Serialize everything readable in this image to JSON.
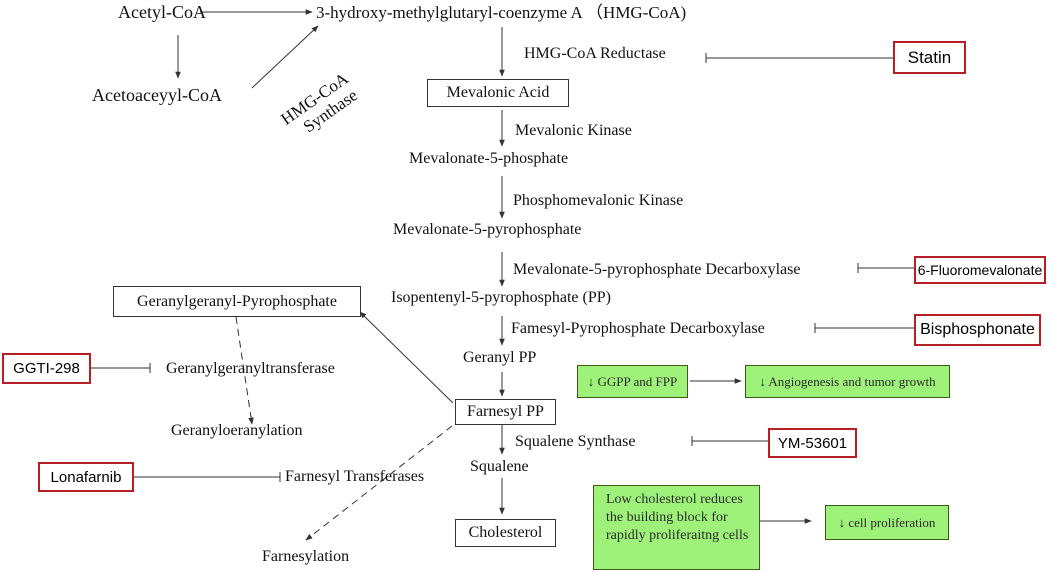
{
  "nodes": {
    "acetyl_coa": "Acetyl-CoA",
    "hmg_coa": "3-hydroxy-methylglutaryl-coenzyme A （HMG-CoA)",
    "acetoacetyl_coa": "Acetoaceyyl-CoA",
    "hmg_coa_synthase_line1": "HMG-CoA",
    "hmg_coa_synthase_line2": "Synthase",
    "hmg_coa_reductase": "HMG-CoA Reductase",
    "mevalonic_acid": "Mevalonic Acid",
    "mevalonic_kinase": "Mevalonic Kinase",
    "mevalonate_5_phosphate": "Mevalonate-5-phosphate",
    "phosphomevalonic_kinase": "Phosphomevalonic Kinase",
    "mevalonate_5_pyrophosphate": "Mevalonate-5-pyrophosphate",
    "mevalonate_decarboxylase": "Mevalonate-5-pyrophosphate Decarboxylase",
    "isopentenyl": "Isopentenyl-5-pyrophosphate (PP)",
    "famesyl_decarboxylase": "Famesyl-Pyrophosphate Decarboxylase",
    "geranyl_pp": "Geranyl PP",
    "farnesyl_pp": "Farnesyl PP",
    "squalene_synthase": "Squalene Synthase",
    "squalene": "Squalene",
    "cholesterol": "Cholesterol",
    "geranylgeranyl_pyrophosphate": "Geranylgeranyl-Pyrophosphate",
    "geranylgeranyltransferase": "Geranylgeranyltransferase",
    "geranyloeranylation": "Geranyloeranylation",
    "farnesyl_transferases": "Farnesyl Transferases",
    "farnesylation": "Farnesylation"
  },
  "inhibitors": {
    "statin": "Statin",
    "fluoromevalonate": "6-Fluoromevalonate",
    "bisphosphonate": "Bisphosphonate",
    "ggti": "GGTI-298",
    "ym": "YM-53601",
    "lonafarnib": "Lonafarnib"
  },
  "effects": {
    "ggpp_fpp": "↓ GGPP and FPP",
    "angiogenesis": "↓ Angiogenesis and tumor growth",
    "low_cholesterol": "Low cholesterol reduces the  building block for rapidly proliferaitng cells",
    "cell_proliferation": "↓ cell proliferation"
  },
  "colors": {
    "inhibitor_border": "#b81f24",
    "effect_fill": "#9ef27a",
    "line": "#333333"
  }
}
